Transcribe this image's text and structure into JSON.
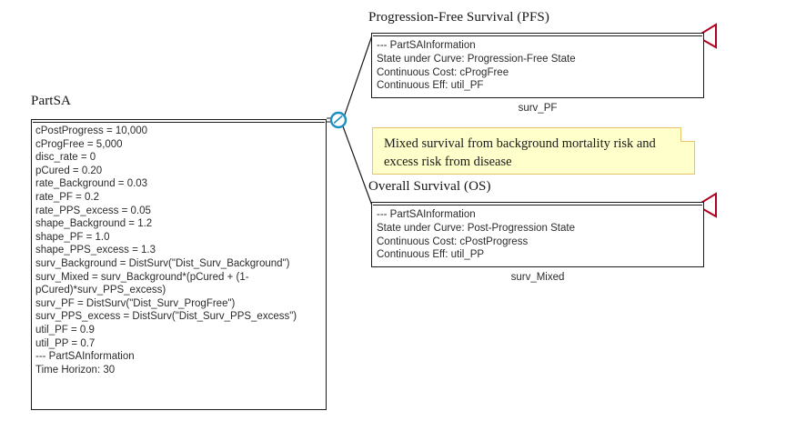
{
  "diagram": {
    "type": "partitioned-survival-model",
    "root": {
      "title": "PartSA",
      "attributes": [
        "cPostProgress = 10,000",
        "cProgFree = 5,000",
        "disc_rate = 0",
        "pCured = 0.20",
        "rate_Background = 0.03",
        "rate_PF = 0.2",
        "rate_PPS_excess = 0.05",
        "shape_Background = 1.2",
        "shape_PF = 1.0",
        "shape_PPS_excess = 1.3",
        "surv_Background = DistSurv(\"Dist_Surv_Background\")",
        "surv_Mixed = surv_Background*(pCured + (1-pCured)*surv_PPS_excess)",
        "surv_PF = DistSurv(\"Dist_Surv_ProgFree\")",
        "surv_PPS_excess = DistSurv(\"Dist_Surv_PPS_excess\")",
        "util_PF = 0.9",
        "util_PP = 0.7",
        "--- PartSAInformation",
        "Time Horizon: 30"
      ]
    },
    "branches": [
      {
        "id": "pfs",
        "title": "Progression-Free Survival (PFS)",
        "caption": "surv_PF",
        "lines": [
          "--- PartSAInformation",
          "State under Curve: Progression-Free State",
          "Continuous Cost: cProgFree",
          "Continuous Eff: util_PF"
        ]
      },
      {
        "id": "os",
        "title": "Overall Survival (OS)",
        "caption": "surv_Mixed",
        "lines": [
          "--- PartSAInformation",
          "State under Curve: Post-Progression State",
          "Continuous Cost: cPostProgress",
          "Continuous Eff: util_PP"
        ]
      }
    ],
    "note": {
      "text": "Mixed survival from background mortality risk and excess risk from disease"
    },
    "icons": {
      "junction": "survival-junction-icon",
      "terminal": "terminal-arrow-icon"
    },
    "colors": {
      "junction_stroke": "#1b8fc4",
      "terminal_arrow": "#b00020",
      "note_background": "#ffffcc",
      "note_border": "#e8c36a",
      "line": "#1a1a1a",
      "text": "#2b2b2b"
    }
  }
}
